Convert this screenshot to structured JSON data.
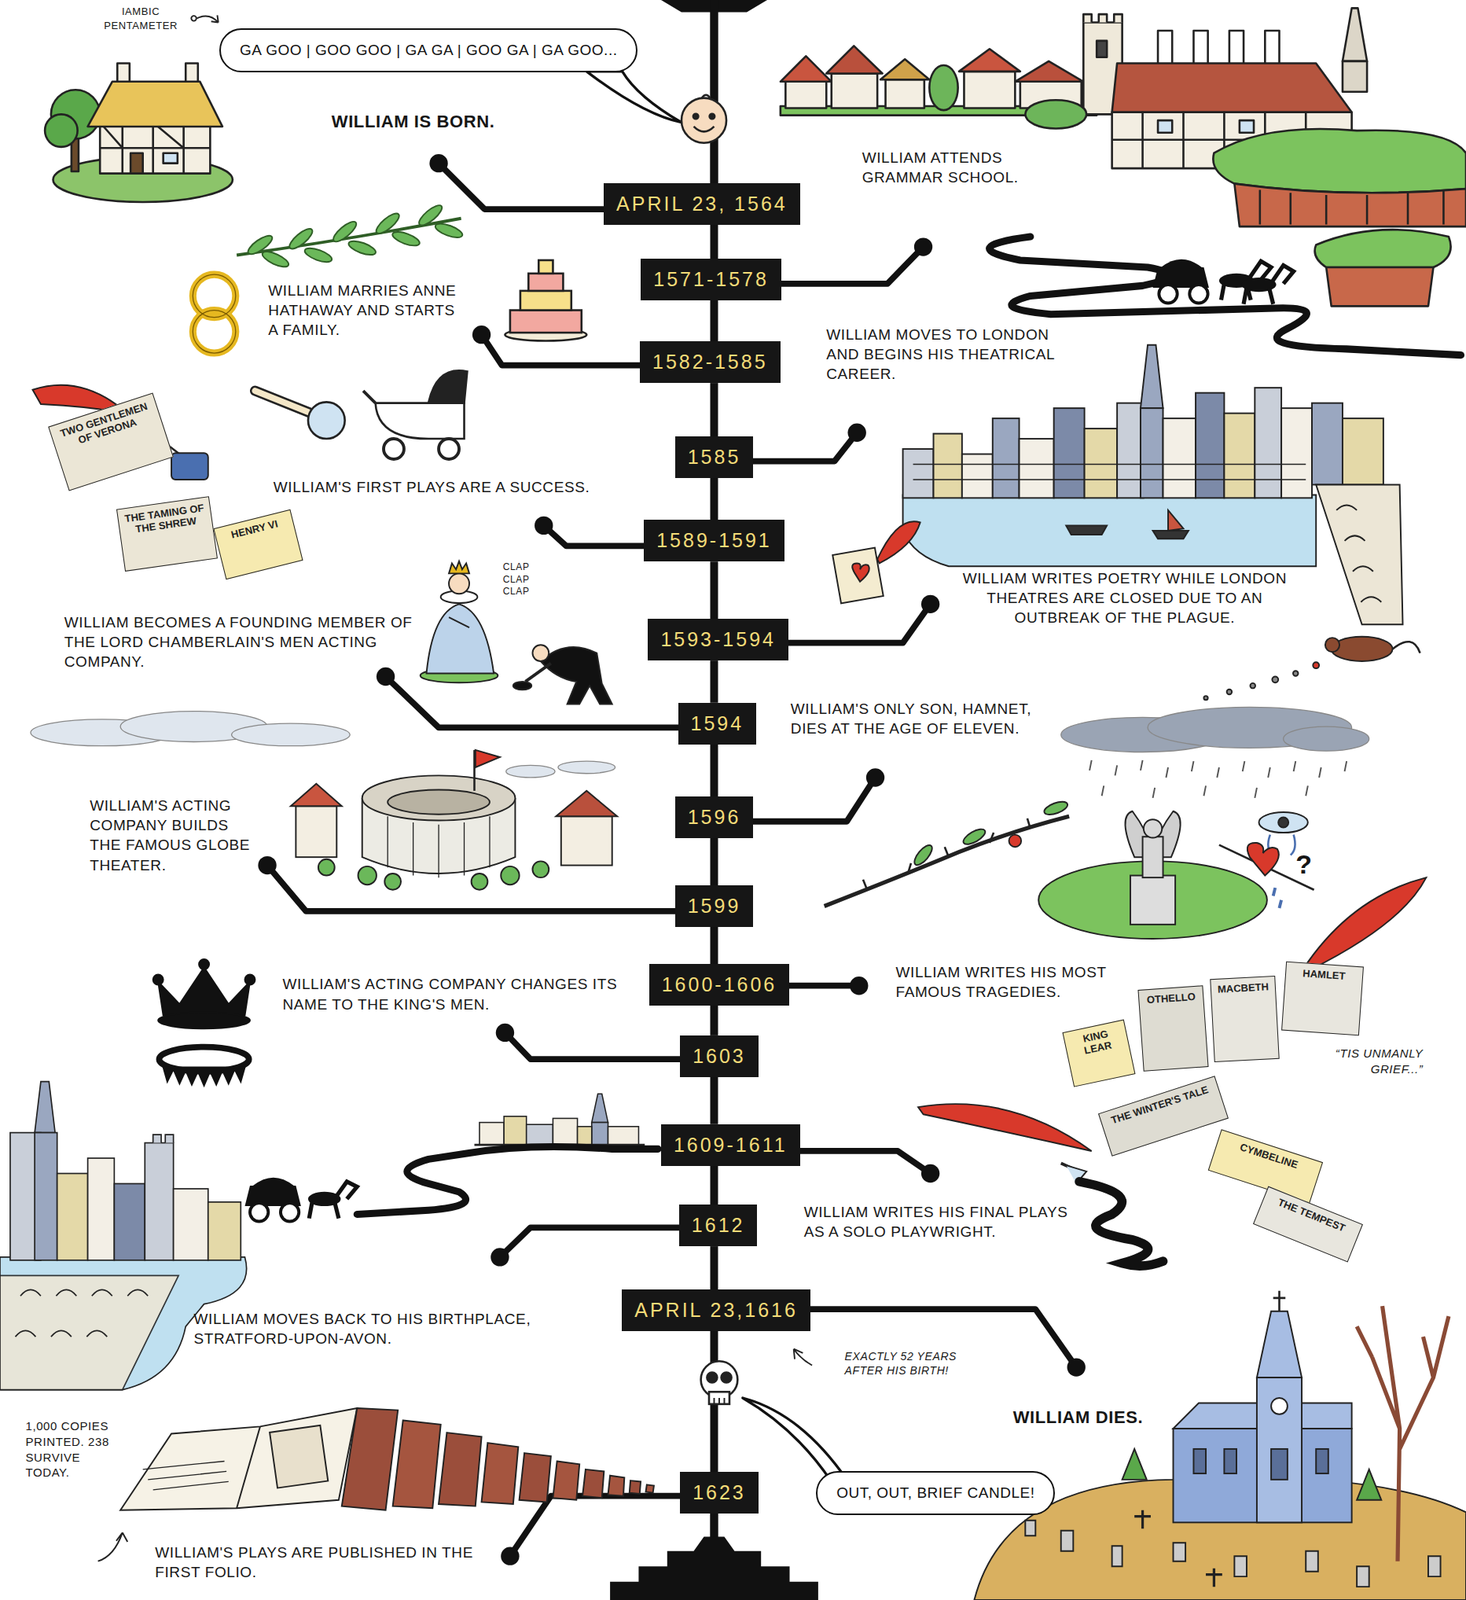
{
  "diagram": {
    "nodes": [
      {
        "text": [
          "GA GOO | GOO GOO | GA GA | GOO GA | GA GOO..."
        ]
      },
      {
        "text": [
          "APRIL 23, 1564"
        ]
      },
      {
        "text": [
          "1571-1578"
        ]
      },
      {
        "text": [
          "1582-1585"
        ]
      },
      {
        "text": [
          "TWO GENTLEMEN OF VERONA"
        ]
      },
      {
        "text": [
          "1585"
        ]
      },
      {
        "text": [
          "THE TAMING OF THE SHREW"
        ]
      },
      {
        "text": [
          "HENRY VI"
        ]
      },
      {
        "text": [
          "1589-1591"
        ]
      },
      {
        "text": [
          "1593-1594"
        ]
      },
      {
        "text": [
          "1594"
        ]
      },
      {
        "text": [
          "1596"
        ]
      },
      {
        "text": [
          "1599"
        ]
      },
      {
        "text": [
          "1600-1606"
        ]
      },
      {
        "text": [
          "KING LEAR"
        ]
      },
      {
        "text": [
          "OTHELLO"
        ]
      },
      {
        "text": [
          "MACBETH"
        ]
      },
      {
        "text": [
          "HAMLET"
        ]
      },
      {
        "text": [
          "1603"
        ]
      },
      {
        "text": [
          "THE WINTER'S TALE"
        ]
      },
      {
        "text": [
          "1609-1611"
        ]
      },
      {
        "text": [
          "CYMBELINE"
        ]
      },
      {
        "text": [
          "THE TEMPEST"
        ]
      },
      {
        "text": [
          "1612"
        ]
      },
      {
        "text": [
          "APRIL 23,1616"
        ]
      },
      {
        "text": [
          "OUT, OUT, BRIEF CANDLE!"
        ]
      },
      {
        "text": [
          "1623"
        ]
      }
    ],
    "edges": [
      {
        "from": 1,
        "to": 2,
        "arrow": "none"
      },
      {
        "from": 2,
        "to": 3,
        "arrow": "none"
      },
      {
        "from": 3,
        "to": 5,
        "arrow": "none"
      },
      {
        "from": 5,
        "to": 8,
        "arrow": "none"
      },
      {
        "from": 8,
        "to": 9,
        "arrow": "none"
      },
      {
        "from": 9,
        "to": 10,
        "arrow": "none"
      },
      {
        "from": 10,
        "to": 11,
        "arrow": "none"
      },
      {
        "from": 11,
        "to": 12,
        "arrow": "none"
      },
      {
        "from": 12,
        "to": 13,
        "arrow": "none"
      },
      {
        "from": 13,
        "to": 18,
        "arrow": "none"
      },
      {
        "from": 18,
        "to": 20,
        "arrow": "none"
      },
      {
        "from": 20,
        "to": 23,
        "arrow": "none"
      },
      {
        "from": 23,
        "to": 24,
        "arrow": "none"
      },
      {
        "from": 24,
        "to": 26,
        "arrow": "none"
      }
    ],
    "labels": [
      "IAMBIC PENTAMETER",
      "WILLIAM IS BORN.",
      "WILLIAM ATTENDS GRAMMAR SCHOOL.",
      "WILLIAM MARRIES ANNE HATHAWAY AND STARTS A FAMILY.",
      "WILLIAM MOVES TO LONDON AND BEGINS HIS THEATRICAL CAREER.",
      "WILLIAM'S FIRST PLAYS ARE A SUCCESS.",
      "CLAP CLAP CLAP",
      "WILLIAM WRITES POETRY WHILE LONDON THEATRES ARE CLOSED DUE TO AN OUTBREAK OF THE PLAGUE.",
      "WILLIAM BECOMES A FOUNDING MEMBER OF THE LORD CHAMBERLAIN'S MEN ACTING COMPANY.",
      "WILLIAM'S ONLY SON, HAMNET, DIES AT THE AGE OF ELEVEN.",
      "WILLIAM'S ACTING COMPANY BUILDS THE FAMOUS GLOBE THEATER.",
      "WILLIAM WRITES HIS MOST FAMOUS TRAGEDIES.",
      "WILLIAM'S ACTING COMPANY CHANGES ITS NAME TO THE KING'S MEN.",
      "“TIS UNMANLY GRIEF...”",
      "WILLIAM WRITES HIS FINAL PLAYS AS A SOLO PLAYWRIGHT.",
      "WILLIAM MOVES BACK TO HIS BIRTHPLACE, STRATFORD-UPON-AVON.",
      "EXACTLY 52 YEARS AFTER HIS BIRTH!",
      "WILLIAM DIES.",
      "1,000 COPIES PRINTED. 238 SURVIVE TODAY.",
      "WILLIAM'S PLAYS ARE PUBLISHED IN THE FIRST FOLIO.",
      "?"
    ]
  }
}
